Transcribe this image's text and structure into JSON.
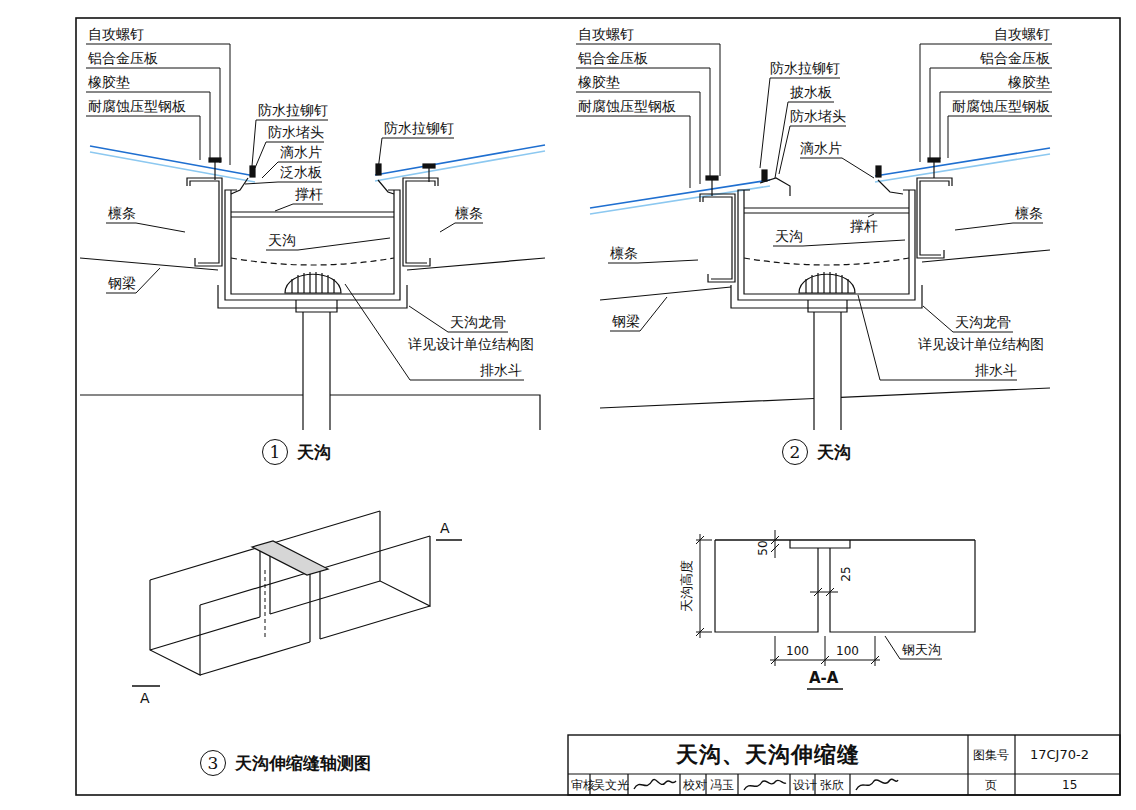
{
  "diagram": {
    "title": "天沟、天沟伸缩缝",
    "nodes": [
      {
        "text": [
          "1",
          "天沟"
        ]
      },
      {
        "text": [
          "2",
          "天沟"
        ]
      },
      {
        "text": [
          "3",
          "天沟伸缩缝轴测图"
        ]
      }
    ],
    "labels": [
      "自攻螺钉",
      "铝合金压板",
      "橡胶垫",
      "耐腐蚀压型钢板",
      "防水拉铆钉",
      "防水堵头",
      "滴水片",
      "泛水板",
      "撑杆",
      "防水拉铆钉",
      "檩条",
      "檩条",
      "钢梁",
      "天沟",
      "天沟龙骨",
      "详见设计单位结构图",
      "排水斗",
      "自攻螺钉",
      "铝合金压板",
      "橡胶垫",
      "耐腐蚀压型钢板",
      "防水拉铆钉",
      "披水板",
      "防水堵头",
      "自攻螺钉",
      "铝合金压板",
      "橡胶垫",
      "耐腐蚀压型钢板",
      "滴水片",
      "撑杆",
      "檩条",
      "檩条",
      "天沟",
      "钢梁",
      "天沟龙骨",
      "详见设计单位结构图",
      "排水斗",
      "A",
      "A",
      "50",
      "25",
      "天沟高度",
      "100",
      "100",
      "钢天沟",
      "A-A",
      "图集号",
      "17CJ70-2",
      "审核",
      "吴文光",
      "校对",
      "冯玉",
      "设计",
      "张欣",
      "页",
      "15"
    ]
  }
}
